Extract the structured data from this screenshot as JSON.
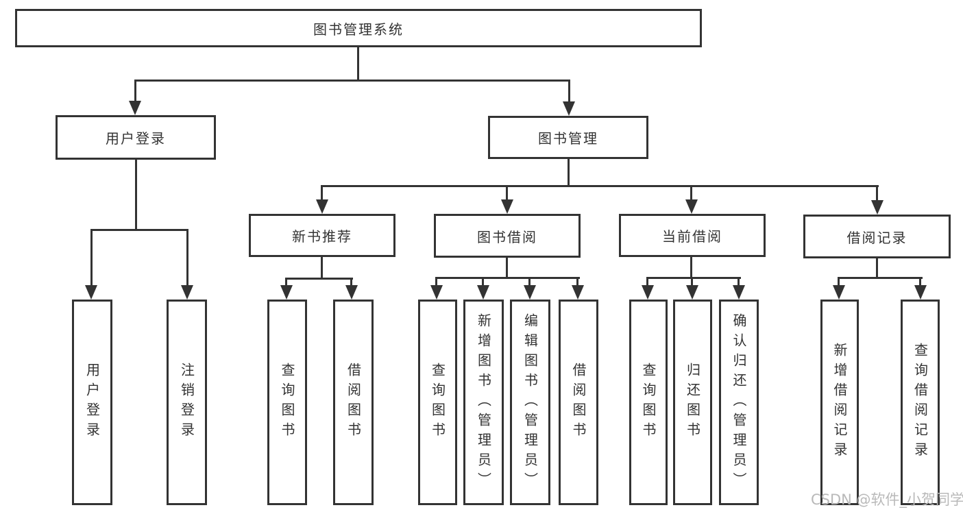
{
  "diagram": {
    "root_label": "图书管理系统",
    "level2": {
      "login": "用户登录",
      "management": "图书管理"
    },
    "level3": {
      "recommend": "新书推荐",
      "borrow": "图书借阅",
      "current": "当前借阅",
      "records": "借阅记录"
    },
    "leaves": {
      "login": [
        "用户登录",
        "注销登录"
      ],
      "recommend": [
        "查询图书",
        "借阅图书"
      ],
      "borrow": [
        "查询图书",
        "新增图书（管理员）",
        "编辑图书（管理员）",
        "借阅图书"
      ],
      "current": [
        "查询图书",
        "归还图书",
        "确认归还（管理员）"
      ],
      "records": [
        "新增借阅记录",
        "查询借阅记录"
      ]
    }
  },
  "watermark": {
    "text": "CSDN @软件_小贺同学",
    "color": "#b9b9b9"
  },
  "colors": {
    "line": "#333333",
    "text": "#333333",
    "background": "#ffffff"
  }
}
